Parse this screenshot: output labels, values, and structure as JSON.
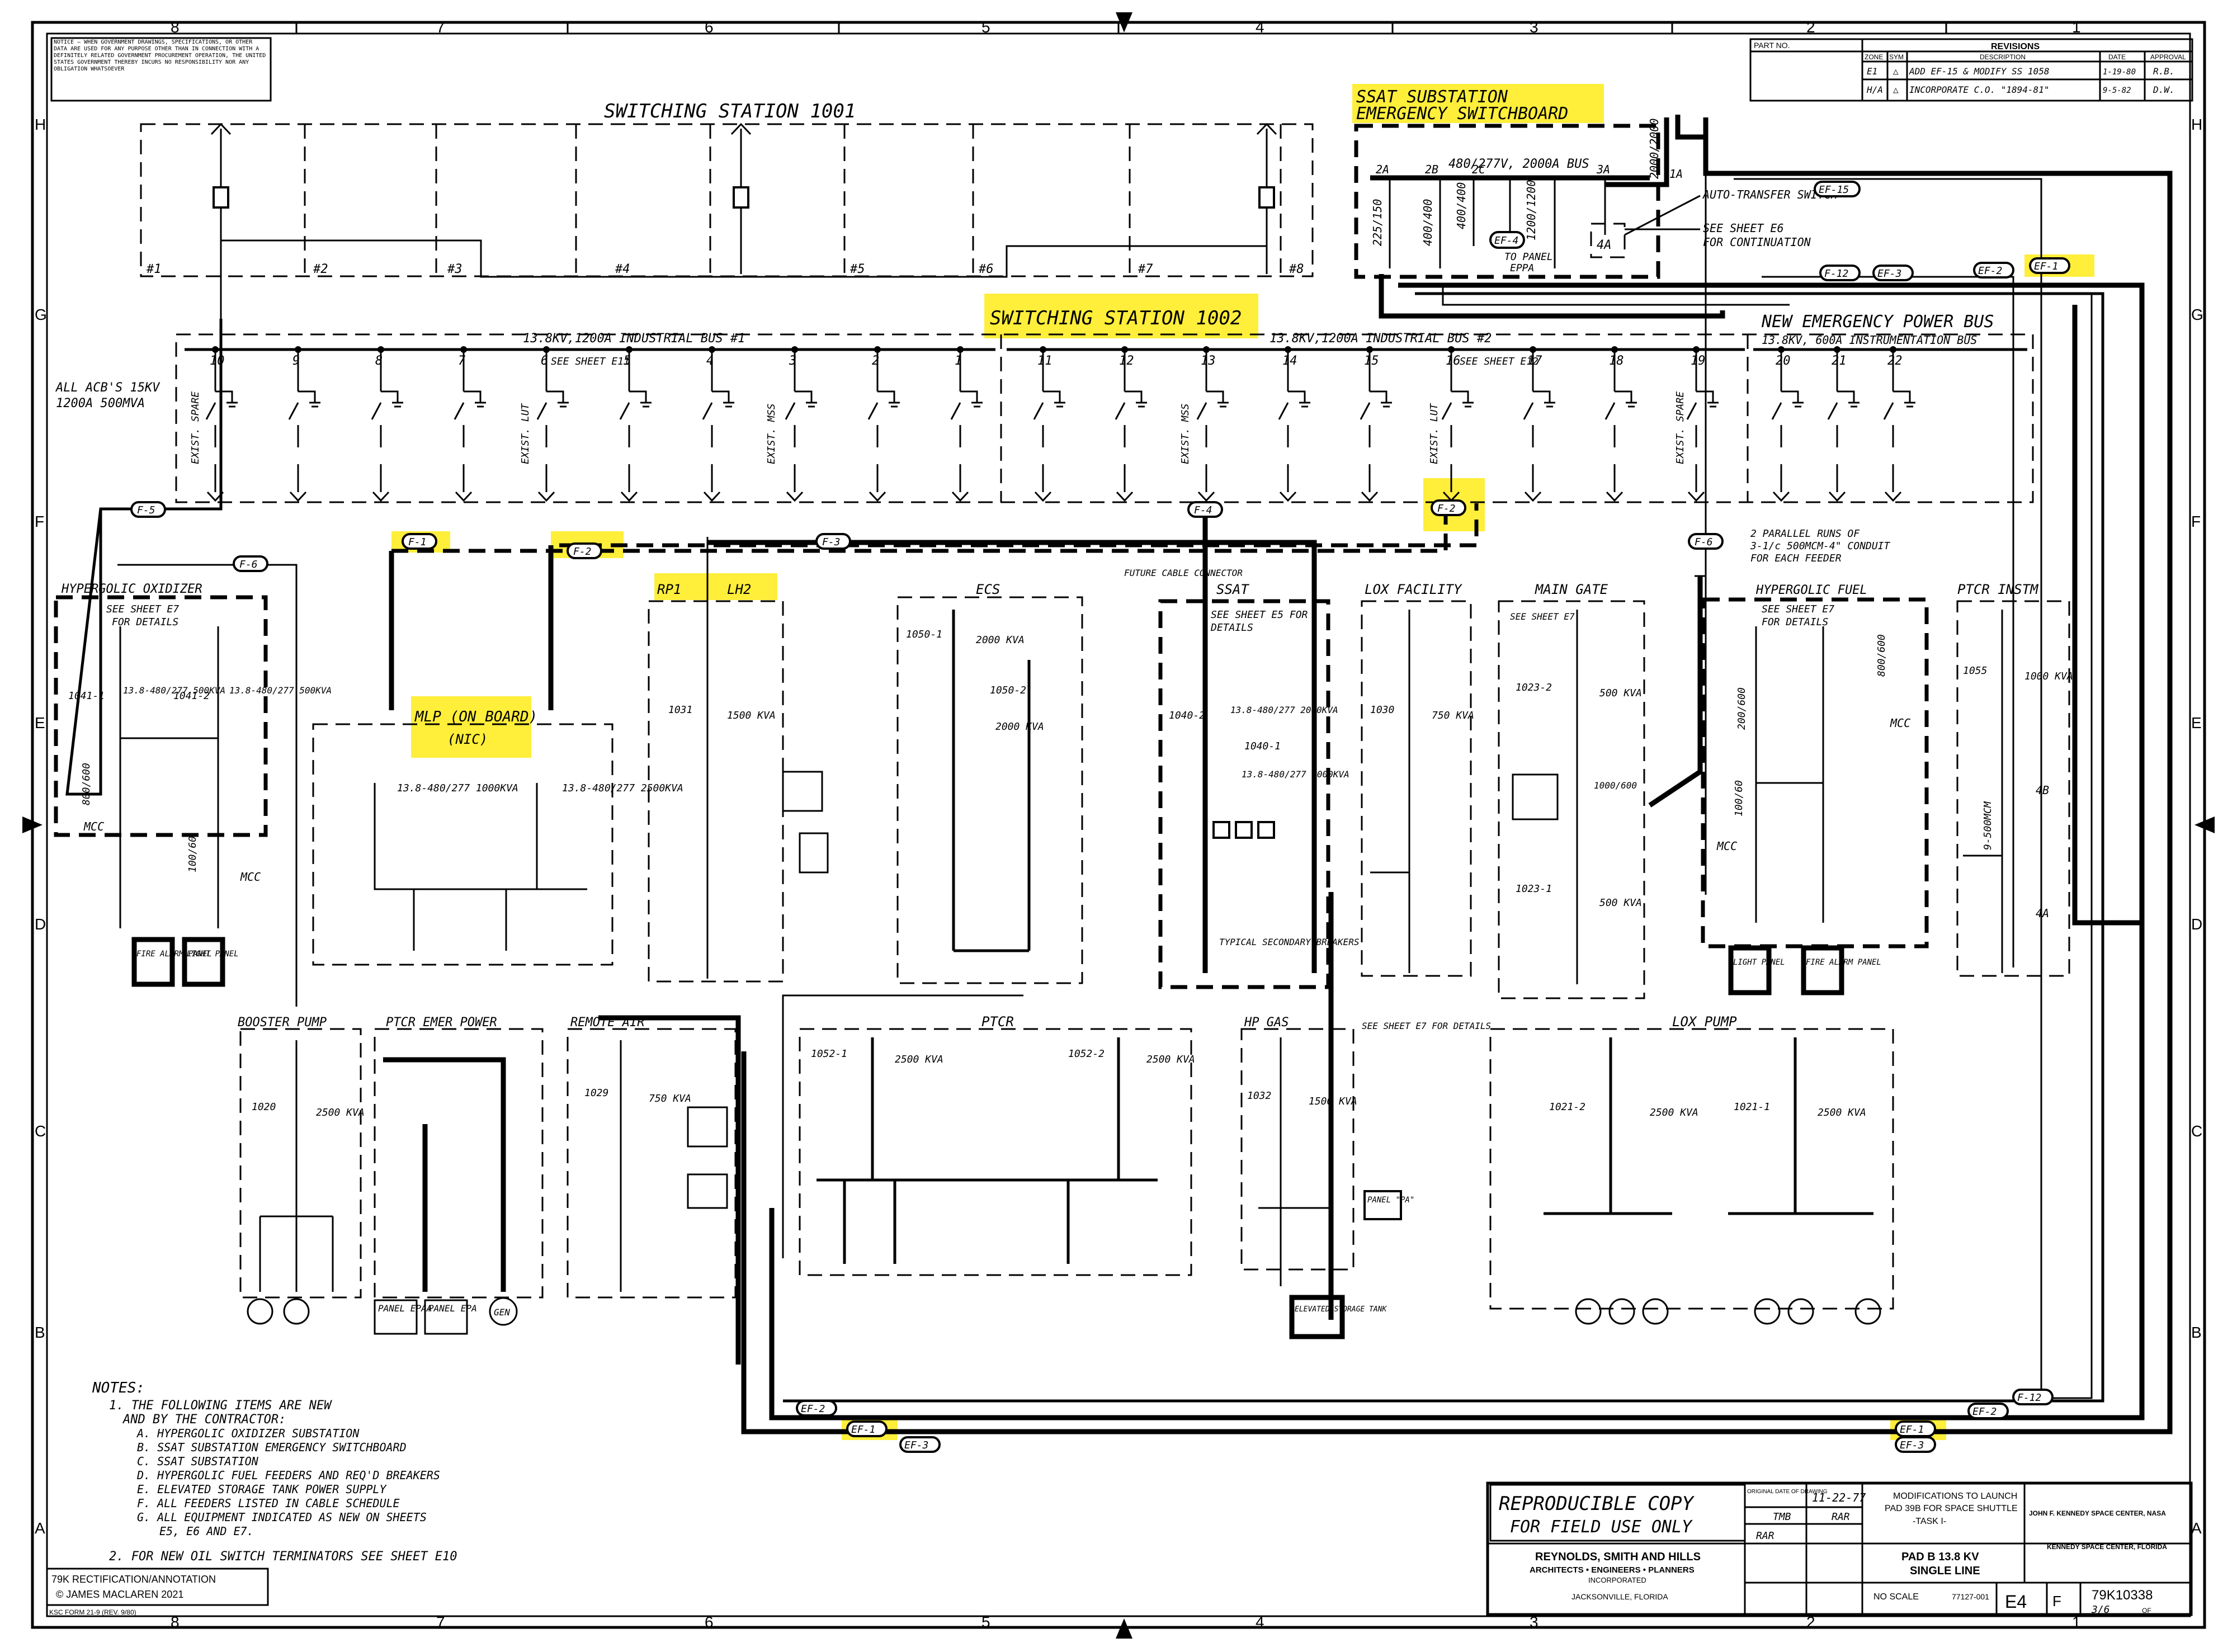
{
  "drawing": {
    "zones_top": [
      "8",
      "7",
      "6",
      "5",
      "4",
      "3",
      "2",
      "1"
    ],
    "zones_bottom": [
      "8",
      "7",
      "6",
      "5",
      "4",
      "3",
      "2",
      "1"
    ],
    "zones_side": [
      "H",
      "G",
      "F",
      "E",
      "D",
      "C",
      "B",
      "A"
    ],
    "notice": "NOTICE — WHEN GOVERNMENT DRAWINGS, SPECIFICATIONS, OR OTHER DATA ARE USED FOR ANY PURPOSE OTHER THAN IN CONNECTION WITH A DEFINITELY RELATED GOVERNMENT PROCUREMENT OPERATION, THE UNITED STATES GOVERNMENT THEREBY INCURS NO RESPONSIBILITY NOR ANY OBLIGATION WHATSOEVER"
  },
  "titles": {
    "switching_1001": "SWITCHING      STATION   1001",
    "switching_1002": "SWITCHING STATION 1002",
    "ssat_substation": "SSAT SUBSTATION",
    "emergency_switchboard": "EMERGENCY SWITCHBOARD",
    "new_emergency_bus": "NEW EMERGENCY POWER BUS",
    "instrumentation_bus": "13.8KV, 600A INSTRUMENTATION BUS",
    "industrial_bus_1": "13.8KV,1200A INDUSTRIAL BUS #1",
    "industrial_bus_2": "13.8KV,1200A INDUSTRIAL BUS #2",
    "acbs": "ALL ACB'S 15KV",
    "acbs_2": "1200A 500MVA",
    "bus_480": "480/277V, 2000A BUS",
    "auto_transfer": "AUTO-TRANSFER SWITCH",
    "see_sheet_e6": "SEE SHEET E6",
    "for_continuation": "FOR CONTINUATION",
    "to_panel": "TO PANEL",
    "eppa": "EPPA",
    "parallel_runs_1": "2 PARALLEL RUNS OF",
    "parallel_runs_2": "3-1/c 500MCM-4\" CONDUIT",
    "parallel_runs_3": "FOR EACH FEEDER",
    "future_cable": "FUTURE CABLE CONNECTOR"
  },
  "feeder_tags": {
    "ef1": "EF-1",
    "ef2": "EF-2",
    "ef3": "EF-3",
    "ef4": "EF-4",
    "ef15": "EF-15",
    "f1": "F-1",
    "f2": "F-2",
    "f3": "F-3",
    "f4": "F-4",
    "f5": "F-5",
    "f6": "F-6",
    "f12": "F-12"
  },
  "cubicles_1001": [
    "#1",
    "#2",
    "#3",
    "#4",
    "#5",
    "#6",
    "#7",
    "#8"
  ],
  "breakers_bus1": [
    "10",
    "9",
    "8",
    "7",
    "6",
    "5",
    "4",
    "3",
    "2",
    "1"
  ],
  "breakers_bus2": [
    "11",
    "12",
    "13",
    "14",
    "15",
    "16",
    "17",
    "18",
    "19"
  ],
  "breakers_inst": [
    "20",
    "21",
    "22"
  ],
  "vertical_labels": {
    "exist_spare_a": "EXIST. SPARE",
    "exist_lut_a": "EXIST. LUT",
    "exist_mss_a": "EXIST. MSS",
    "exist_mss_b": "EXIST. MSS",
    "exist_lut_b": "EXIST. LUT",
    "exist_spare_b": "EXIST. SPARE"
  },
  "see_sheet_e11": "SEE SHEET E11",
  "see_sheet_e12": "SEE SHEET E12",
  "sections": {
    "hypergolic_oxidizer": "HYPERGOLIC OXIDIZER",
    "mlp": "MLP (ON BOARD)",
    "mlp_nic": "(NIC)",
    "rp1": "RP1",
    "lh2": "LH2",
    "ecs": "ECS",
    "ssat": "SSAT",
    "lox_facility": "LOX    FACILITY",
    "main_gate": "MAIN   GATE",
    "hypergolic_fuel": "HYPERGOLIC FUEL",
    "ptcr_instm": "PTCR    INSTM",
    "booster_pump": "BOOSTER PUMP",
    "ptcr_emer_power": "PTCR EMER POWER",
    "remote_air": "REMOTE     AIR",
    "ptcr": "PTCR",
    "hp_gas": "HP      GAS",
    "lox_pump": "LOX PUMP"
  },
  "details": {
    "see_e7": "SEE SHEET E7",
    "for_details": "FOR DETAILS",
    "see_e5": "SEE SHEET E5 FOR",
    "details": "DETAILS",
    "mcc": "MCC",
    "fire_alarm": "FIRE ALARM PANEL",
    "light_panel": "LIGHT PANEL",
    "typical_secondary": "TYPICAL SECONDARY BREAKERS",
    "panel_pa": "PANEL \"PA\"",
    "elevated_storage": "ELEVATED STORAGE TANK",
    "panel_epaa": "PANEL EPAA",
    "panel_epa": "PANEL EPA",
    "gen": "GEN",
    "see_e7_details": "SEE SHEET E7 FOR DETAILS",
    "cable_9_500": "9-500MCM",
    "tap_4b": "4B",
    "tap_4a": "4A"
  },
  "transformers": {
    "t1041_1": "1041-1",
    "t1041_1_r": "13.8-480/277 500KVA",
    "t1041_2": "1041-2",
    "t1041_2_r": "13.8-480/277 500KVA",
    "mlp_a": "13.8-480/277 1000KVA",
    "mlp_b": "13.8-480/277 2500KVA",
    "t1031": "1031",
    "t1031_r": "1500 KVA",
    "t1050_1": "1050-1",
    "t1050_1_r": "2000 KVA",
    "t1050_2": "1050-2",
    "t1050_2_r": "2000 KVA",
    "t1040_2": "1040-2",
    "t1040_2_r": "13.8-480/277 2000KVA",
    "t1040_1": "1040-1",
    "t1040_1_r": "13.8-480/277 2000KVA",
    "t1030": "1030",
    "t1030_r": "750 KVA",
    "t1023_2": "1023-2",
    "t1023_2_r": "500 KVA",
    "t1023_1": "1023-1",
    "t1023_1_r": "500 KVA",
    "t1055": "1055",
    "t1055_r": "1000 KVA",
    "t1020": "1020",
    "t1020_r": "2500 KVA",
    "t1029": "1029",
    "t1029_r": "750 KVA",
    "t1052_1": "1052-1",
    "t1052_1_r": "2500 KVA",
    "t1052_2": "1052-2",
    "t1052_2_r": "2500 KVA",
    "t1032": "1032",
    "t1032_r": "1500 KVA",
    "t1021_2": "1021-2",
    "t1021_2_r": "2500 KVA",
    "t1021_1": "1021-1",
    "t1021_1_r": "2500 KVA"
  },
  "ratings": {
    "r800_600": "800/600",
    "r100_60": "100/60",
    "r200_600": "200/600",
    "r225_150": "225/150",
    "r400_400": "400/400",
    "r1200_1200": "1200/1200",
    "r1000_600": "1000/600",
    "r2000_2000": "2000/2000",
    "bus_2a": "2A",
    "bus_2b": "2B",
    "bus_2c": "2C",
    "bus_3a": "3A",
    "bus_1a": "1A",
    "bus_4a": "4A"
  },
  "notes": {
    "heading": "NOTES:",
    "n1": "1. THE FOLLOWING ITEMS ARE NEW",
    "n1b": "AND BY THE CONTRACTOR:",
    "a": "A. HYPERGOLIC OXIDIZER SUBSTATION",
    "b": "B. SSAT SUBSTATION EMERGENCY SWITCHBOARD",
    "c": "C. SSAT SUBSTATION",
    "d": "D. HYPERGOLIC FUEL FEEDERS AND REQ'D BREAKERS",
    "e": "E. ELEVATED STORAGE TANK POWER SUPPLY",
    "f": "F. ALL FEEDERS LISTED IN CABLE SCHEDULE",
    "g": "G. ALL EQUIPMENT INDICATED AS NEW ON SHEETS",
    "g2": "E5, E6 AND E7.",
    "n2": "2. FOR NEW OIL SWITCH TERMINATORS SEE SHEET E10"
  },
  "revisions": {
    "part_no": "PART NO.",
    "title": "REVISIONS",
    "h_zone": "ZONE",
    "h_sym": "SYM",
    "h_desc": "DESCRIPTION",
    "h_date": "DATE",
    "h_appr": "APPROVAL",
    "r1_zone": "E1",
    "r1_desc": "ADD EF-15 & MODIFY SS 1058",
    "r1_date": "1-19-80",
    "r1_appr": "R.B.",
    "r2_zone": "H/A",
    "r2_desc": "INCORPORATE C.O. \"1894-81\"",
    "r2_date": "9-5-82",
    "r2_appr": "D.W."
  },
  "title_block": {
    "reproducible": "REPRODUCIBLE COPY",
    "field_use": "FOR FIELD USE ONLY",
    "firm": "REYNOLDS, SMITH AND HILLS",
    "firm_sub": "ARCHITECTS • ENGINEERS • PLANNERS",
    "inc": "INCORPORATED",
    "city": "JACKSONVILLE, FLORIDA",
    "orig_date_label": "ORIGINAL DATE OF DRAWING",
    "orig_date": "11-22-77",
    "drawn": "TMB",
    "checked": "RAR",
    "modifications": "MODIFICATIONS TO LAUNCH",
    "pad": "PAD 39B  FOR SPACE SHUTTLE",
    "task": "-TASK I-",
    "pad_b": "PAD B 13.8 KV",
    "single_line": "SINGLE LINE",
    "scale": "NO SCALE",
    "code": "77127-001",
    "sheet_label": "E4",
    "ksc": "JOHN F. KENNEDY SPACE CENTER, NASA",
    "ksc2": "KENNEDY SPACE CENTER, FLORIDA",
    "size": "F",
    "dwg_no": "79K10338",
    "sheet": "3/6",
    "of": "OF"
  },
  "rectification": "79K RECTIFICATION/ANNOTATION",
  "copyright": "© JAMES MACLAREN 2021",
  "form": "KSC FORM 21-9 (REV. 9/80)"
}
